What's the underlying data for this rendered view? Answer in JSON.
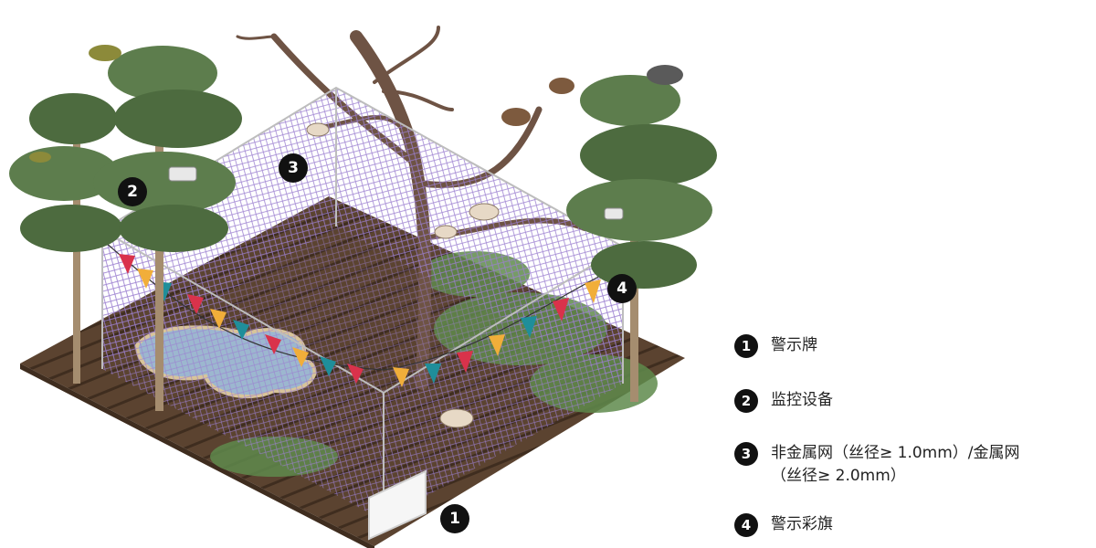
{
  "markers": [
    "1",
    "2",
    "3",
    "4"
  ],
  "legend": [
    {
      "number": "1",
      "text": "警示牌"
    },
    {
      "number": "2",
      "text": "监控设备"
    },
    {
      "number": "3",
      "text": "非金属网（丝径≥ 1.0mm）/金属网\n（丝径≥ 2.0mm）"
    },
    {
      "number": "4",
      "text": "警示彩旗"
    }
  ],
  "colors": {
    "ground": "#5b4330",
    "ground_dark": "#3f2d1f",
    "netting": "#9b7fd0",
    "pond": "#9cb7cf",
    "foliage": "#4d6b3f",
    "flag_colors": [
      "#d9324b",
      "#f1ae3a",
      "#1f8e9a"
    ]
  }
}
